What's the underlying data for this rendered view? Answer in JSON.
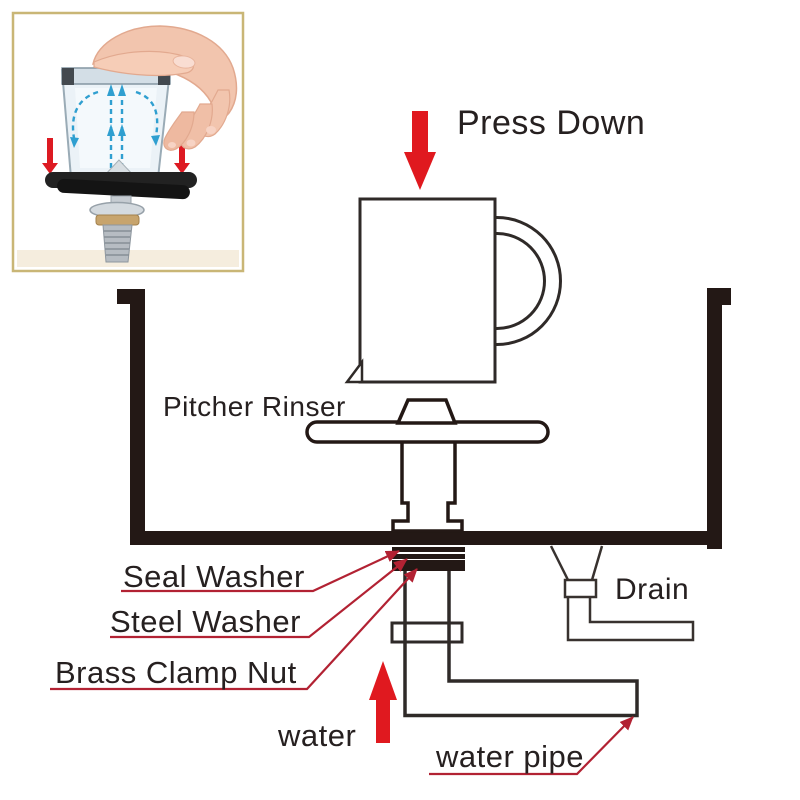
{
  "title": "Pitcher rinser installation diagram",
  "labels": {
    "press_down": "Press Down",
    "pitcher_rinser": "Pitcher Rinser",
    "seal_washer": "Seal Washer",
    "steel_washer": "Steel Washer",
    "brass_clamp_nut": "Brass Clamp Nut",
    "water": "water",
    "drain": "Drain",
    "water_pipe": "water pipe"
  },
  "inset_photo": {
    "description": "hand pressing inverted glass onto six-spoke pitcher rinser with water spraying up and rinsing down the sides",
    "border_color": "#c9b676"
  },
  "colors": {
    "sink_ink": "#231815",
    "outline": "#2f2a28",
    "text": "#262020",
    "arrow_red": "#e0191f",
    "leader_red": "#b22233",
    "flow_blue": "#2f9fd0",
    "brass": "#c7a46d",
    "chrome": "#b6bcc2"
  }
}
